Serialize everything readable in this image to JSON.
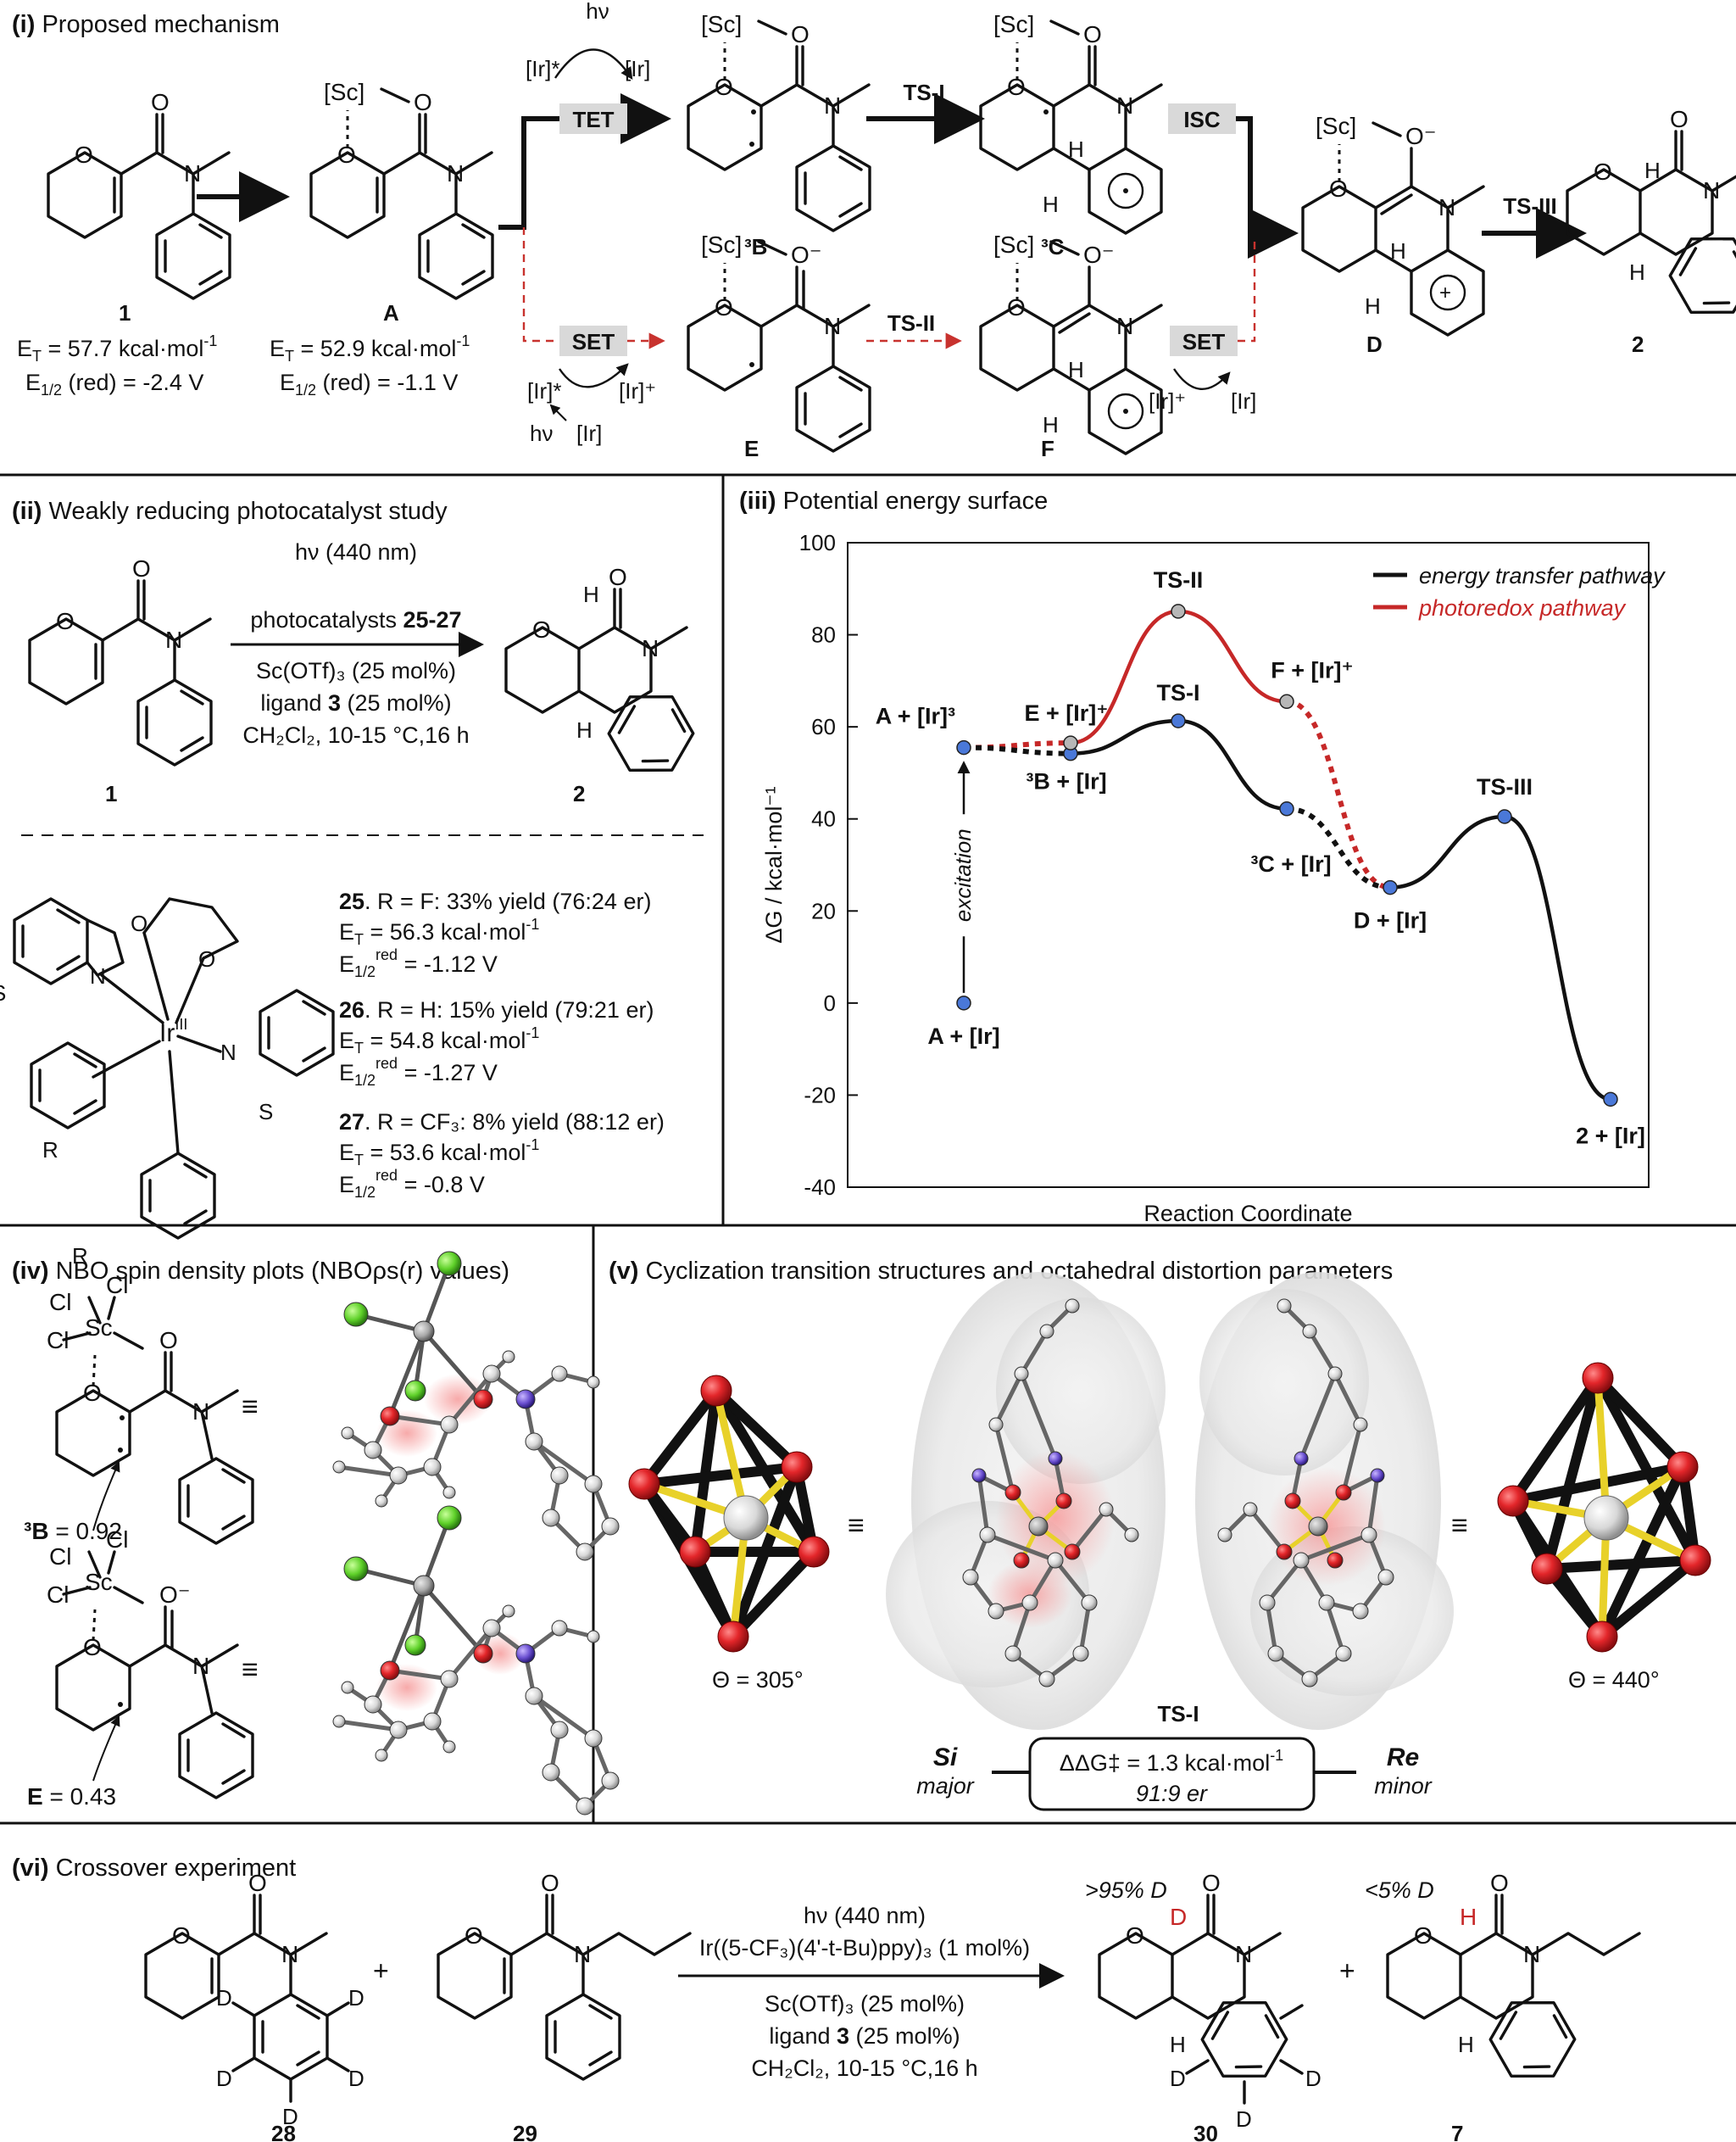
{
  "colors": {
    "photoredox": "#c62828",
    "energy_transfer": "#111111",
    "box_fill": "#d9d9d9",
    "node": "#4a78d8"
  },
  "panel_i": {
    "title_num": "(i)",
    "title": "Proposed mechanism",
    "hv": "hν",
    "ir_star": "[Ir]*",
    "ir": "[Ir]",
    "ir_plus": "[Ir]⁺",
    "sc": "[Sc]",
    "O": "O",
    "O_minus": "O⁻",
    "N": "N",
    "H": "H",
    "TET": "TET",
    "SET": "SET",
    "ISC": "ISC",
    "TS_I": "TS-I",
    "TS_II": "TS-II",
    "TS_III": "TS-III",
    "lbl_1": "1",
    "lbl_A": "A",
    "lbl_3B": "³B",
    "lbl_3C": "³C",
    "lbl_E": "E",
    "lbl_F": "F",
    "lbl_D": "D",
    "lbl_2": "2",
    "et_1": "E",
    "et_1_sub": "T",
    "et_1_val": " = 57.7 kcal·mol",
    "et_1_sup": "-1",
    "e12_1": "E",
    "e12_1_sub": "1/2",
    "e12_1_val": " (red) = -2.4 V",
    "et_A": "E",
    "et_A_sub": "T",
    "et_A_val": " = 52.9 kcal·mol",
    "et_A_sup": "-1",
    "e12_A": "E",
    "e12_A_sub": "1/2",
    "e12_A_val": " (red) = -1.1 V"
  },
  "panel_ii": {
    "title_num": "(ii)",
    "title": "Weakly reducing photocatalyst study",
    "cond_1": "hν (440 nm)",
    "cond_2a": "photocatalysts ",
    "cond_2b": "25-27",
    "cond_3": "Sc(OTf)₃ (25 mol%)",
    "cond_4a": "ligand ",
    "cond_4b": "3",
    "cond_4c": " (25 mol%)",
    "cond_5": "CH₂Cl₂, 10-15 °C,16 h",
    "lbl_1": "1",
    "lbl_2": "2",
    "ir_label": "Ir",
    "ir_ox": "III",
    "R": "R",
    "S": "S",
    "N": "N",
    "O": "O",
    "H": "H",
    "cat": [
      {
        "num": "25",
        "desc": ". R = F: 33% yield (76:24 er)",
        "et": " = 56.3 kcal·mol",
        "e12": " = -1.12 V"
      },
      {
        "num": "26",
        "desc": ". R = H: 15% yield (79:21 er)",
        "et": " = 54.8 kcal·mol",
        "e12": " = -1.27 V"
      },
      {
        "num": "27",
        "desc": ". R = CF₃: 8% yield (88:12 er)",
        "et": " = 53.6 kcal·mol",
        "e12": " = -0.8 V"
      }
    ],
    "et_E": "E",
    "et_sub": "T",
    "et_sup": "-1",
    "e12_sub": "1/2",
    "e12_sup": "red"
  },
  "panel_iii": {
    "title_num": "(iii)",
    "title": "Potential energy surface",
    "legend_black": "energy transfer pathway",
    "legend_red": "photoredox pathway",
    "xlabel": "Reaction Coordinate",
    "ylabel": "ΔG / kcal·mol⁻¹",
    "excitation": "excitation",
    "labels": {
      "A_Ir": "A + [Ir]",
      "A_Ir3": "A + [Ir]³",
      "E_Ir": "E + [Ir]⁺",
      "B_Ir": "³B + [Ir]",
      "TS_I": "TS-I",
      "TS_II": "TS-II",
      "F_Ir": "F  + [Ir]⁺",
      "C_Ir": "³C + [Ir]",
      "D_Ir": "D + [Ir]",
      "TS_III": "TS-III",
      "P_Ir": "2 + [Ir]"
    }
  },
  "chart_data": {
    "type": "line",
    "xlabel": "Reaction Coordinate",
    "ylabel": "ΔG / kcal·mol⁻¹",
    "ylim": [
      -40,
      100
    ],
    "yticks": [
      -40,
      -20,
      0,
      20,
      40,
      60,
      80,
      100
    ],
    "grid": false,
    "legend": "top-right",
    "series": [
      {
        "name": "energy transfer pathway",
        "color": "#111111",
        "points": [
          {
            "x": 1,
            "y": 55.5,
            "label": "A + [Ir]³"
          },
          {
            "x": 2,
            "y": 54.2,
            "label": "³B + [Ir]"
          },
          {
            "x": 3,
            "y": 61.3,
            "label": "TS-I"
          },
          {
            "x": 4,
            "y": 42.2,
            "label": "³C + [Ir]"
          },
          {
            "x": 5,
            "y": 25.1,
            "label": "D + [Ir]"
          },
          {
            "x": 6,
            "y": 40.5,
            "label": "TS-III"
          },
          {
            "x": 7,
            "y": -20.9,
            "label": "2 + [Ir]"
          }
        ]
      },
      {
        "name": "photoredox pathway",
        "color": "#c62828",
        "points": [
          {
            "x": 1,
            "y": 55.5,
            "label": "A + [Ir]³"
          },
          {
            "x": 2,
            "y": 56.5,
            "label": "E + [Ir]⁺"
          },
          {
            "x": 3,
            "y": 85.1,
            "label": "TS-II"
          },
          {
            "x": 4,
            "y": 65.5,
            "label": "F + [Ir]⁺"
          },
          {
            "x": 5,
            "y": 25.1,
            "label": "D + [Ir]"
          }
        ]
      }
    ],
    "excitation": {
      "x": 1,
      "from": 0,
      "to": 55.5,
      "label_from": "A + [Ir]"
    }
  },
  "panel_iv": {
    "title_num": "(iv)",
    "title": "NBO spin density plots (NBOρs(r) values)",
    "Cl": "Cl",
    "Sc": "Sc",
    "O": "O",
    "O_minus": "O⁻",
    "N": "N",
    "b_lbl": "³B",
    "b_val": " = 0.92",
    "e_lbl": "E",
    "e_val": " = 0.43",
    "equiv": "≡"
  },
  "panel_v": {
    "title_num": "(v)",
    "title": "Cyclization transition structures and octahedral distortion parameters",
    "theta_left": "Θ = 305°",
    "theta_right": "Θ = 440°",
    "ts": "TS-I",
    "si": "Si",
    "si_sub": "major",
    "re": "Re",
    "re_sub": "minor",
    "ddg": "ΔΔG‡ = 1.3 kcal·mol",
    "ddg_sup": "-1",
    "er": "91:9 er",
    "equiv": "≡"
  },
  "panel_vi": {
    "title_num": "(vi)",
    "title": "Crossover experiment",
    "cond_1": "hν (440 nm)",
    "cond_2": "Ir((5-CF₃)(4'-t-Bu)ppy)₃ (1 mol%)",
    "cond_3": "Sc(OTf)₃ (25 mol%)",
    "cond_4a": "ligand ",
    "cond_4b": "3",
    "cond_4c": " (25 mol%)",
    "cond_5": "CH₂Cl₂, 10-15 °C,16 h",
    "D": "D",
    "H": "H",
    "O": "O",
    "N": "N",
    "plus": "+",
    "pct_30": ">95% D",
    "pct_7": "<5% D",
    "lbl_28": "28",
    "lbl_29": "29",
    "lbl_30": "30",
    "lbl_7": "7"
  }
}
